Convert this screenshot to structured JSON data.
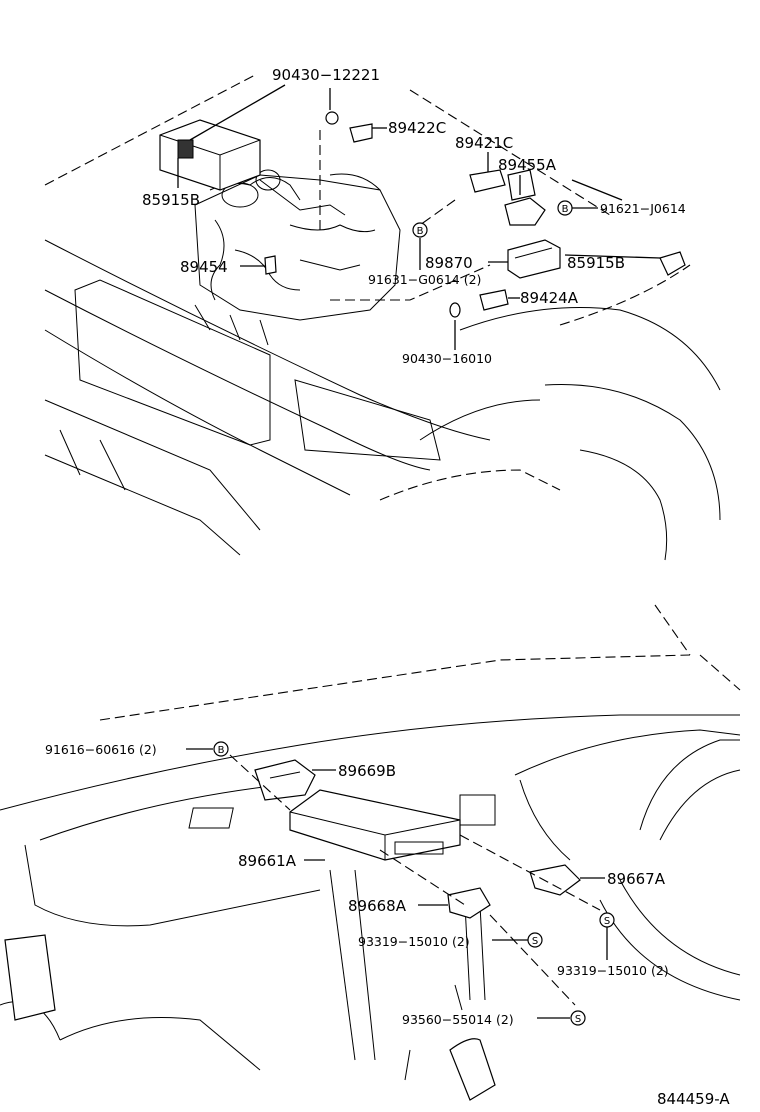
{
  "diagram_id": "844459-A",
  "top_section": {
    "labels": {
      "p90430_12221": "90430−12221",
      "p89422C": "89422C",
      "p89421C": "89421C",
      "p89455A": "89455A",
      "p91621_J0614": "91621−J0614",
      "p85915B_left": "85915B",
      "p89454": "89454",
      "p89870": "89870",
      "p85915B_right": "85915B",
      "p91631_G0614": "91631−G0614 (2)",
      "p89424A": "89424A",
      "p90430_16010": "90430−16010"
    },
    "symbols": {
      "b": "B"
    }
  },
  "bottom_section": {
    "labels": {
      "p91616_60616": "91616−60616 (2)",
      "p89669B": "89669B",
      "p89661A": "89661A",
      "p89667A": "89667A",
      "p89668A": "89668A",
      "p93319_15010_left": "93319−15010 (2)",
      "p93319_15010_right": "93319−15010 (2)",
      "p93560_55014": "93560−55014 (2)"
    },
    "symbols": {
      "b": "B",
      "s": "S"
    }
  }
}
